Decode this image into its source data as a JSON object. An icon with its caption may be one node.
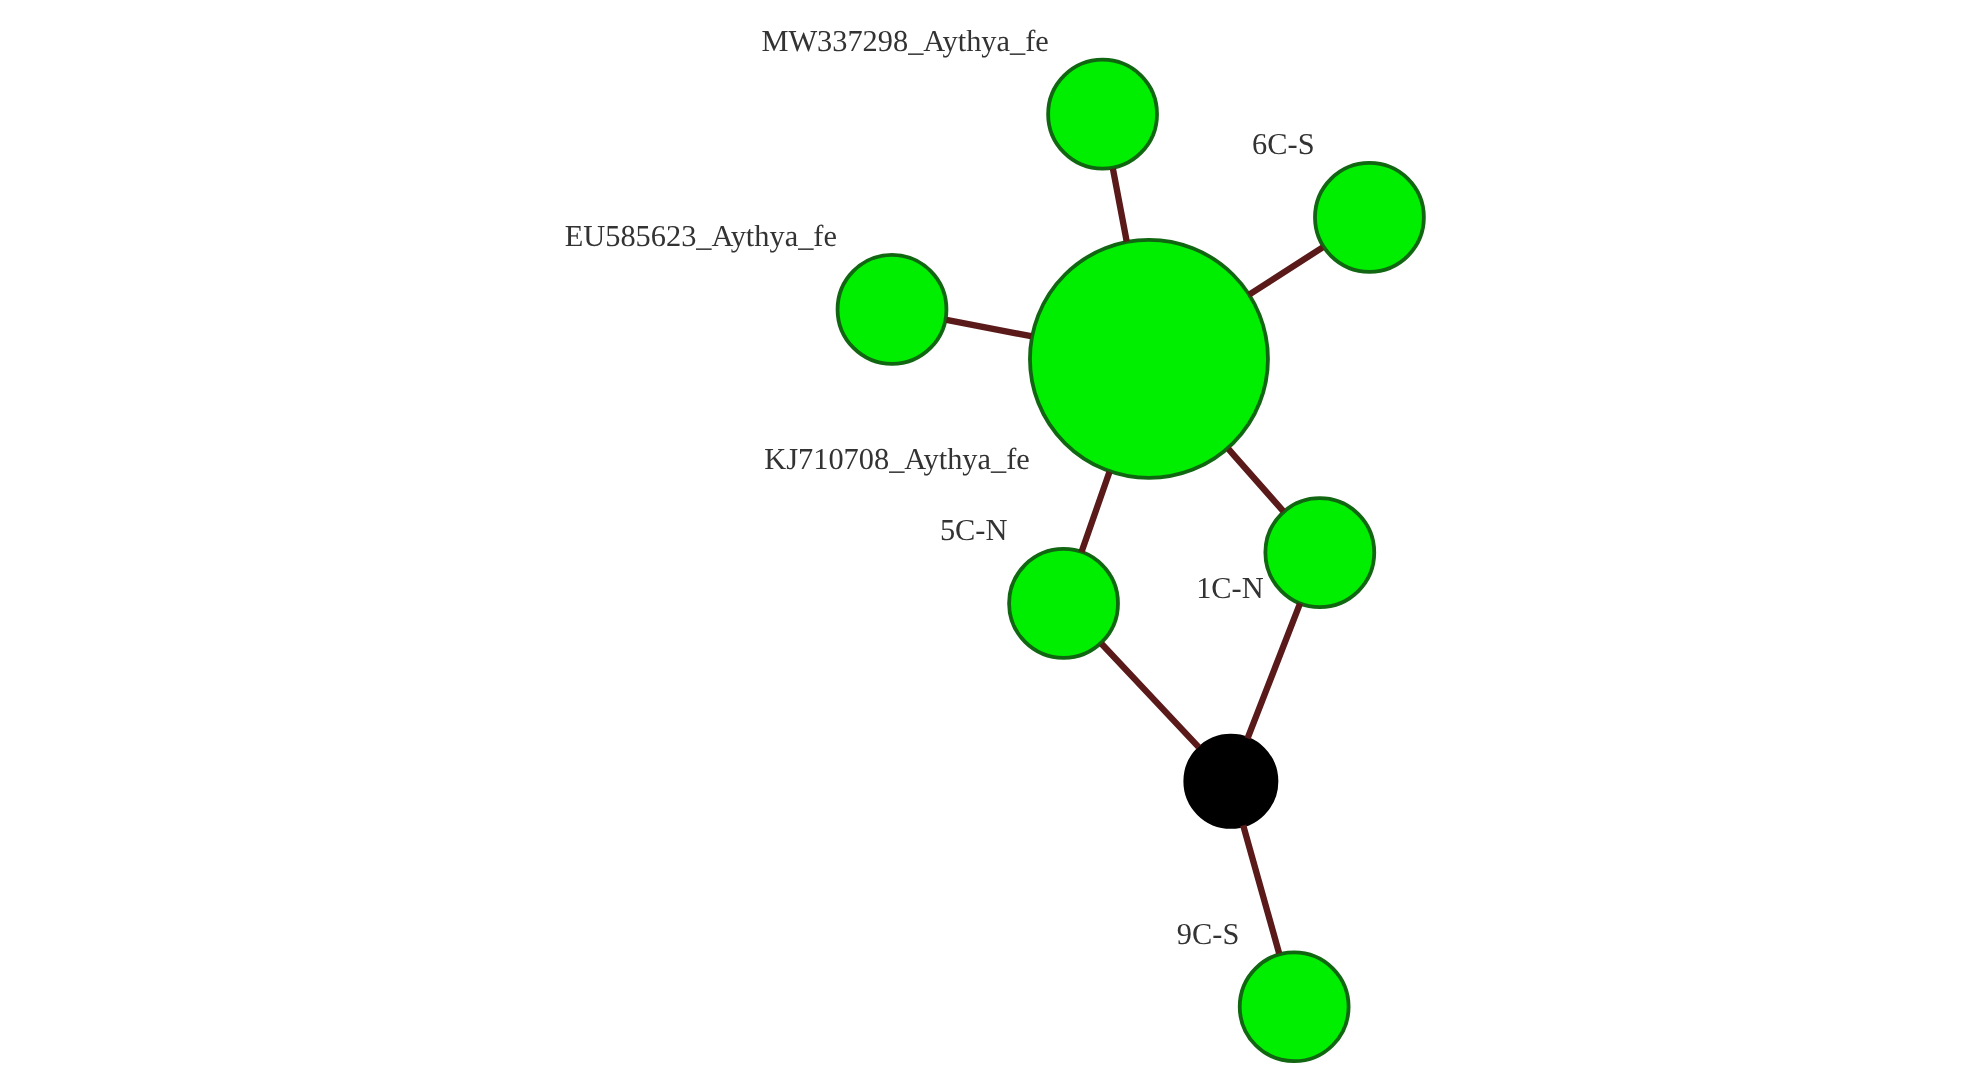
{
  "diagram": {
    "nodes": [
      {
        "text": [],
        "shape": "circle",
        "beside": [
          "EU585623_Aythya_fe"
        ]
      },
      {
        "text": [],
        "shape": "circle",
        "beside": [
          "6C-S"
        ]
      },
      {
        "text": [],
        "shape": "circle",
        "beside": [
          "KJ710708_Aythya_fe"
        ]
      },
      {
        "text": [],
        "shape": "circle",
        "beside": [
          "MW337298_Aythya_fe"
        ]
      },
      {
        "text": [],
        "shape": "circle",
        "beside": [
          "1C-N"
        ]
      },
      {
        "text": [],
        "shape": "circle",
        "beside": [
          "5C-N"
        ]
      },
      {
        "text": [],
        "shape": "circle"
      },
      {
        "text": [],
        "shape": "circle",
        "beside": [
          "9C-S"
        ]
      }
    ],
    "edges": [
      {
        "from": 0,
        "to": 2,
        "arrow": "none"
      },
      {
        "from": 1,
        "to": 2,
        "arrow": "none"
      },
      {
        "from": 2,
        "to": 3,
        "arrow": "none"
      },
      {
        "from": 2,
        "to": 4,
        "arrow": "none"
      },
      {
        "from": 2,
        "to": 5,
        "arrow": "none"
      },
      {
        "from": 4,
        "to": 6,
        "arrow": "none"
      },
      {
        "from": 5,
        "to": 6,
        "arrow": "none"
      },
      {
        "from": 7,
        "to": 6,
        "arrow": "none"
      }
    ]
  }
}
